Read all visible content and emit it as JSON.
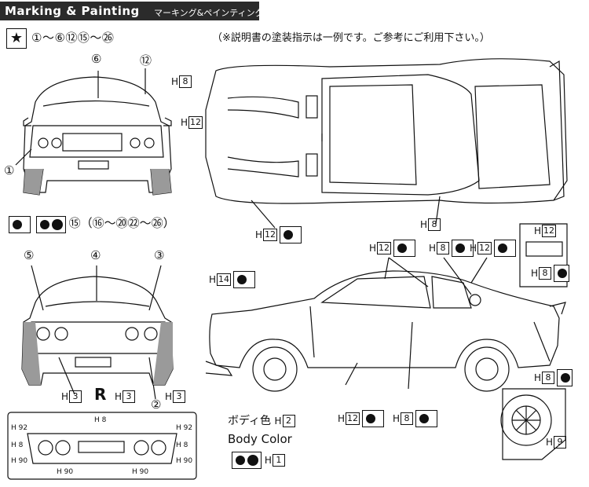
{
  "header": {
    "title": "Marking & Painting",
    "subtitle": "マーキング&ペインティング"
  },
  "parts_line": "①～⑥⑫⑮～㉖",
  "note": "（※説明書の塗装指示は一例です。ご参考にご利用下さい。）",
  "wheel_parts_line": "⑮（⑯～⑳㉒～㉖）",
  "front_view": {
    "callouts": [
      "1",
      "6",
      "12"
    ],
    "colors": [
      {
        "label": "H",
        "code": "8"
      },
      {
        "label": "H",
        "code": "12"
      }
    ]
  },
  "top_view": {
    "colors": [
      {
        "label": "H",
        "code": "8"
      },
      {
        "label": "H",
        "code": "12"
      }
    ]
  },
  "rear_view": {
    "callouts": [
      "5",
      "4",
      "3",
      "2"
    ],
    "colors": [
      {
        "label": "H",
        "code": "3"
      },
      {
        "label": "H",
        "code": "3"
      },
      {
        "label": "H",
        "code": "3"
      }
    ]
  },
  "side_view": {
    "colors_top": [
      {
        "label": "H",
        "code": "12"
      },
      {
        "label": "H",
        "code": "8"
      },
      {
        "label": "H",
        "code": "12"
      }
    ],
    "color_left": {
      "label": "H",
      "code": "14"
    },
    "gt_badge": [
      {
        "label": "H",
        "code": "12"
      },
      {
        "label": "H",
        "code": "8"
      }
    ],
    "color_right": {
      "label": "H",
      "code": "8"
    },
    "colors_bottom": [
      {
        "label": "H",
        "code": "12"
      },
      {
        "label": "H",
        "code": "8"
      }
    ],
    "wheel_color": {
      "label": "H",
      "code": "9"
    }
  },
  "body_color": {
    "jp_label": "ボディ色",
    "jp_code": {
      "label": "H",
      "code": "2"
    },
    "en_label": "Body Color",
    "en_code": {
      "label": "H",
      "code": "1"
    }
  },
  "tail_panel": {
    "labels": [
      "H 92",
      "H 8",
      "H 92",
      "H 8",
      "H 8",
      "H 90",
      "H 90",
      "H 90",
      "H 90"
    ]
  }
}
